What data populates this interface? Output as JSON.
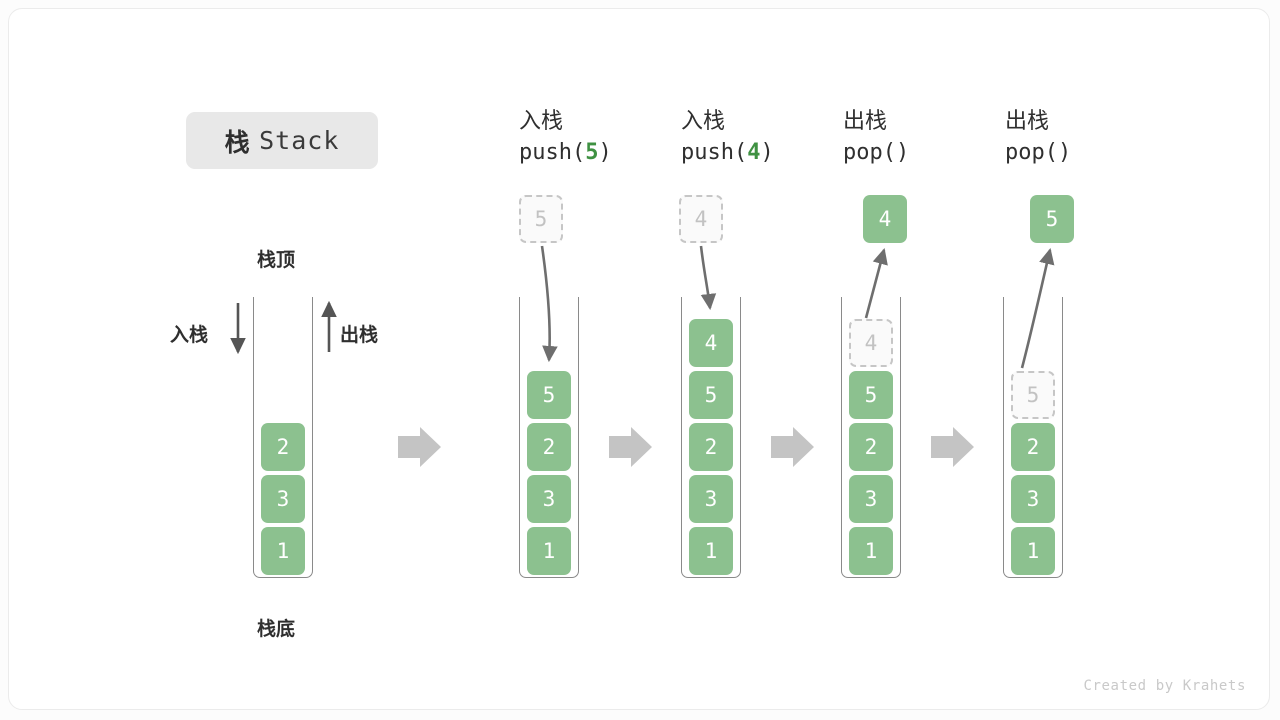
{
  "figure": {
    "title_cn": "栈",
    "title_en": "Stack",
    "footer": "Created by Krahets",
    "colors": {
      "box_green": "#8cc18f",
      "accent_green": "#3f9142",
      "ghost_gray": "#c6c6c6",
      "arrow_gray": "#6e6e6e",
      "block_arrow_gray": "#c4c4c4",
      "badge_gray": "#e8e8e8",
      "text_dark": "#2f2f2f"
    }
  },
  "legend": {
    "top_label": "栈顶",
    "bottom_label": "栈底",
    "push_label": "入栈",
    "pop_label": "出栈"
  },
  "columns": [
    {
      "id": "initial",
      "head_cn": "",
      "head_code": "",
      "stack": [
        "2",
        "3",
        "1"
      ],
      "ghost_in_tube": null,
      "floating_box": null,
      "floating_state": null
    },
    {
      "id": "push-5",
      "head_cn": "入栈",
      "head_code_prefix": "push(",
      "head_code_num": "5",
      "head_code_suffix": ")",
      "stack": [
        "5",
        "2",
        "3",
        "1"
      ],
      "ghost_in_tube": null,
      "floating_box": "5",
      "floating_state": "ghost"
    },
    {
      "id": "push-4",
      "head_cn": "入栈",
      "head_code_prefix": "push(",
      "head_code_num": "4",
      "head_code_suffix": ")",
      "stack": [
        "4",
        "5",
        "2",
        "3",
        "1"
      ],
      "ghost_in_tube": null,
      "floating_box": "4",
      "floating_state": "ghost"
    },
    {
      "id": "pop-1",
      "head_cn": "出栈",
      "head_code_prefix": "pop(",
      "head_code_num": "",
      "head_code_suffix": ")",
      "stack": [
        "5",
        "2",
        "3",
        "1"
      ],
      "ghost_in_tube": "4",
      "floating_box": "4",
      "floating_state": "solid"
    },
    {
      "id": "pop-2",
      "head_cn": "出栈",
      "head_code_prefix": "pop(",
      "head_code_num": "",
      "head_code_suffix": ")",
      "stack": [
        "2",
        "3",
        "1"
      ],
      "ghost_in_tube": "5",
      "floating_box": "5",
      "floating_state": "solid"
    }
  ]
}
